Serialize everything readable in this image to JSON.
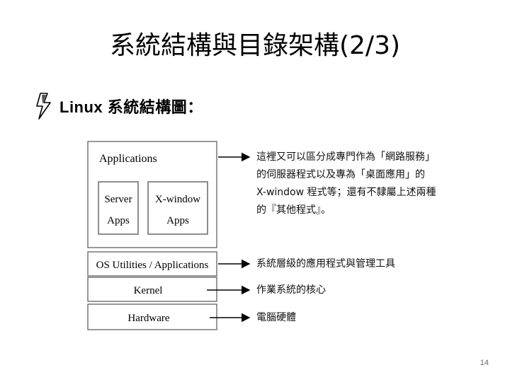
{
  "slide": {
    "title": "系統結構與目錄架構(2/3)",
    "heading": "Linux 系統結構圖：",
    "page_number": "14"
  },
  "diagram": {
    "layers": {
      "applications": "Applications",
      "server_line1": "Server",
      "server_line2": "Apps",
      "xwindow_line1": "X-window",
      "xwindow_line2": "Apps",
      "os_utilities": "OS Utilities / Applications",
      "kernel": "Kernel",
      "hardware": "Hardware"
    },
    "notes": {
      "applications_line1": "這裡又可以區分成專門作為「網路服務」",
      "applications_line2": "的伺服器程式以及專為「桌面應用」的",
      "applications_line3": "X-window 程式等；還有不隸屬上述兩種",
      "applications_line4": "的『其他程式』。",
      "os_utilities": "系統層級的應用程式與管理工具",
      "kernel": "作業系統的核心",
      "hardware": "電腦硬體"
    }
  }
}
